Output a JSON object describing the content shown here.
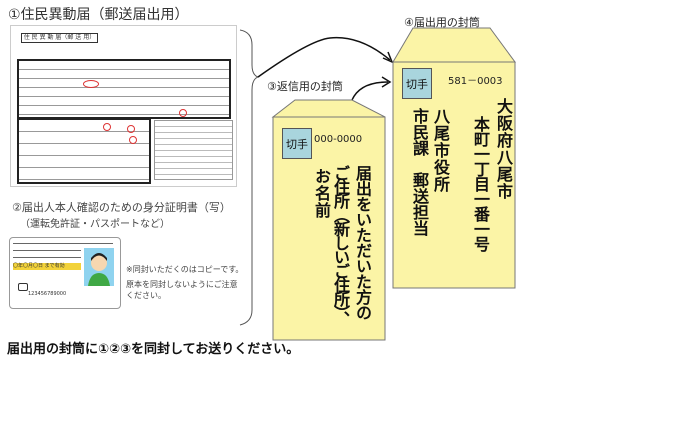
{
  "item1": {
    "title": "①住民異動届（郵送届出用）",
    "form_header": "住 民 異 動 届（郵 送 用）"
  },
  "item2": {
    "title": "②届出人本人確認のための身分証明書（写）",
    "subtitle": "（運転免許証・パスポートなど）",
    "card_band": "〇年〇月〇日 まで有効",
    "card_number": "123456789000",
    "note_line1": "※同封いただくのはコピーです。",
    "note_line2": "原本を同封しないようにご注意",
    "note_line3": "ください。"
  },
  "footer": "届出用の封筒に①②③を同封してお送りください。",
  "envelope3": {
    "label": "③返信用の封筒",
    "stamp": "切手",
    "postal": "000-0000",
    "lines": [
      "届出をいただいた方の",
      "ご住所（新しいご住所）、",
      "お名前"
    ]
  },
  "envelope4": {
    "label": "④届出用の封筒",
    "stamp": "切手",
    "postal": "581－0003",
    "lines": [
      "大阪府八尾市",
      "本町一丁目一番一号",
      "八尾市役所",
      "市民課　郵送担当"
    ]
  },
  "colors": {
    "envelope": "#fbf4a6",
    "stamp": "#a9d5dd",
    "card_band": "#f2d23a"
  }
}
